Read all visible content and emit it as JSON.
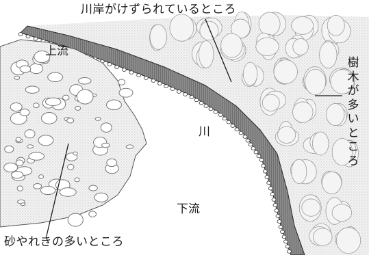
{
  "labels": {
    "eroded_bank": "川岸がけずられているところ",
    "upstream": "上流",
    "river": "川",
    "downstream": "下流",
    "many_trees": "樹木が多いところ",
    "gravel_area": "砂やれきの多いところ"
  },
  "colors": {
    "line": "#1a1a1a",
    "tree_fill": "#f4f4f4",
    "tree_stroke": "#9a9a9a",
    "bank_fill": "#7a7a7a",
    "sand_fill": "#f2f2f2",
    "pebble_fill": "#ffffff",
    "pebble_stroke": "#777777"
  }
}
